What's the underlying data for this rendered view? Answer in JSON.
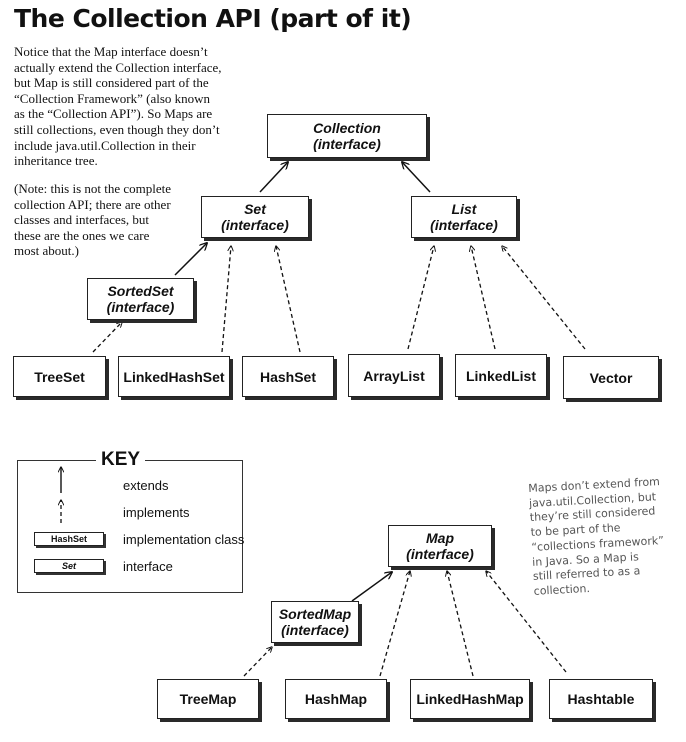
{
  "title": "The Collection API (part of it)",
  "intro": [
    "Notice that the Map interface doesn’t",
    "actually extend the Collection interface,",
    "but Map is still considered part of the",
    "“Collection Framework” (also known",
    "as the “Collection API”). So Maps are",
    "still collections, even though they don’t",
    "include java.util.Collection in their",
    "inheritance tree."
  ],
  "aside": [
    "(Note: this is not the complete",
    "collection API; there are other",
    "classes and interfaces, but",
    "these are the ones we care",
    "most about.)"
  ],
  "interface_suffix": "(interface)",
  "nodes": {
    "collection": "Collection",
    "set": "Set",
    "list": "List",
    "sortedset": "SortedSet",
    "map": "Map",
    "sortedmap": "SortedMap",
    "treeset": "TreeSet",
    "linkedhashset": "LinkedHashSet",
    "hashset": "HashSet",
    "arraylist": "ArrayList",
    "linkedlist": "LinkedList",
    "vector": "Vector",
    "treemap": "TreeMap",
    "hashmap": "HashMap",
    "linkedhashmap": "LinkedHashMap",
    "hashtable": "Hashtable"
  },
  "key": {
    "title": "KEY",
    "extends": "extends",
    "implements": "implements",
    "implementation_class": "implementation class",
    "interface": "interface",
    "sample_class": "HashSet",
    "sample_interface": "Set"
  },
  "note": [
    "Maps don’t extend from",
    "java.util.Collection, but",
    "they’re still considered",
    "to be part of the",
    "“collections framework”",
    "in Java. So a Map is",
    "still referred to as a",
    "collection."
  ]
}
